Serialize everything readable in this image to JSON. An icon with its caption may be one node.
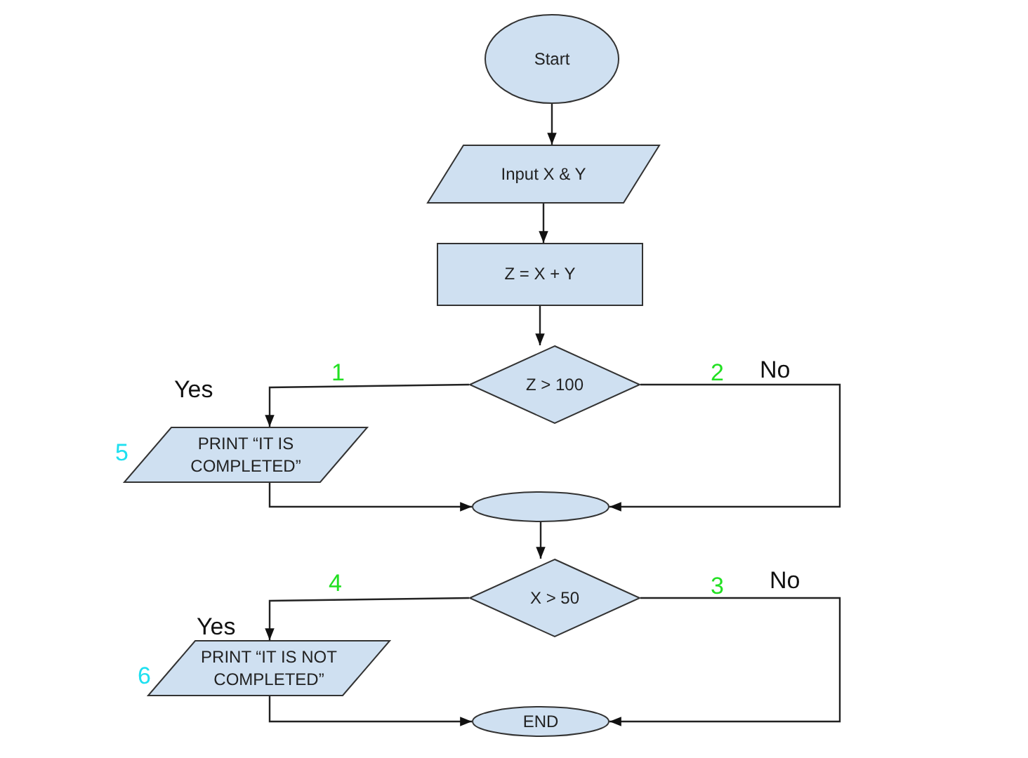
{
  "diagram": {
    "nodes": [
      {
        "text": [
          "Start"
        ]
      },
      {
        "text": [
          "Input X & Y"
        ]
      },
      {
        "text": [
          "Z =  X + Y"
        ]
      },
      {
        "text": [
          "Z > 100"
        ]
      },
      {
        "text": [
          "PRINT “IT IS COMPLETED”"
        ]
      },
      {
        "text": [],
        "shape": "ellipse"
      },
      {
        "text": [
          "X > 50"
        ]
      },
      {
        "text": [
          "PRINT “IT IS NOT COMPLETED”"
        ]
      },
      {
        "text": [
          "END"
        ]
      }
    ],
    "edges": [
      {
        "from": 0,
        "to": 1,
        "arrow": "to"
      },
      {
        "from": 1,
        "to": 2,
        "arrow": "to"
      },
      {
        "from": 2,
        "to": 3,
        "arrow": "to"
      },
      {
        "from": 3,
        "to": 4,
        "arrow": "to"
      },
      {
        "from": 4,
        "to": 5,
        "arrow": "to"
      },
      {
        "from": 3,
        "to": 5,
        "arrow": "to"
      },
      {
        "from": 5,
        "to": 6,
        "arrow": "to"
      },
      {
        "from": 6,
        "to": 7,
        "arrow": "to"
      },
      {
        "from": 7,
        "to": 8,
        "arrow": "to"
      },
      {
        "from": 6,
        "to": 8,
        "arrow": "to"
      }
    ],
    "labels": [
      "Yes",
      "1",
      "2",
      "No",
      "5",
      "4",
      "3",
      "No",
      "Yes",
      "6"
    ]
  }
}
